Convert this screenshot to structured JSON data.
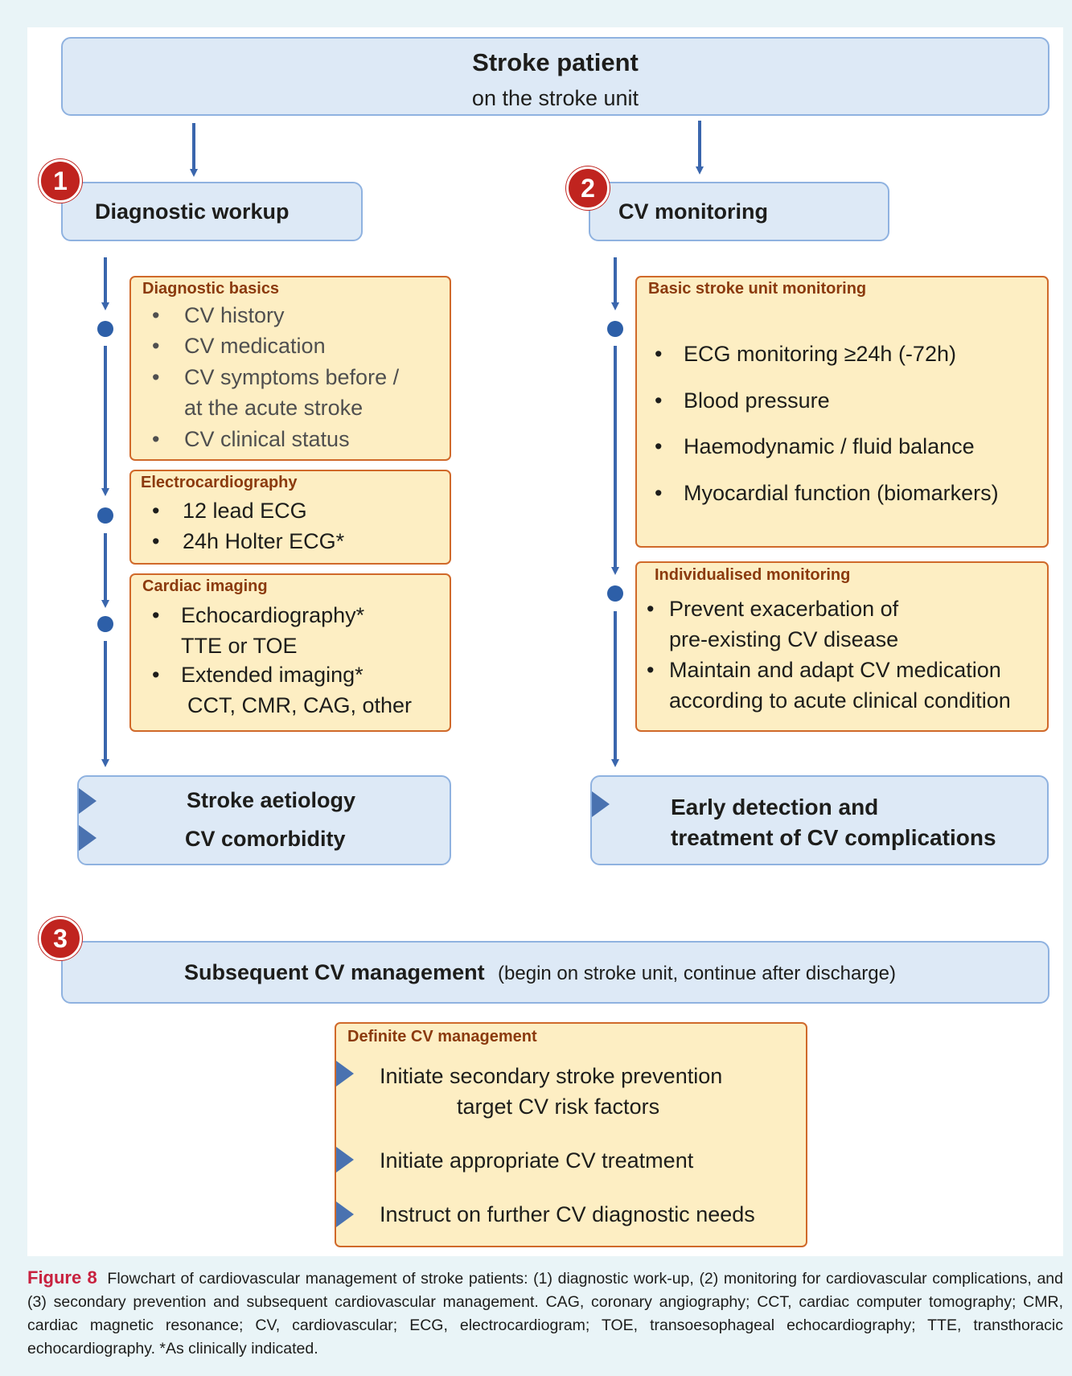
{
  "top_box": {
    "title": "Stroke patient",
    "subtitle": "on the stroke unit"
  },
  "section1": {
    "badge": "1",
    "title": "Diagnostic workup",
    "groups": [
      {
        "title": "Diagnostic basics",
        "items": [
          "CV history",
          "CV medication",
          "CV symptoms before /",
          "at the acute stroke",
          "CV clinical status"
        ]
      },
      {
        "title": "Electrocardiography",
        "items": [
          "12 lead ECG",
          "24h Holter ECG*"
        ]
      },
      {
        "title": "Cardiac imaging",
        "items": [
          "Echocardiography*",
          "TTE or TOE",
          "Extended imaging*",
          "CCT, CMR, CAG, other"
        ]
      }
    ],
    "outcome": [
      "Stroke aetiology",
      "CV comorbidity"
    ]
  },
  "section2": {
    "badge": "2",
    "title": "CV monitoring",
    "groups": [
      {
        "title": "Basic stroke unit monitoring",
        "items": [
          "ECG monitoring  ≥24h (-72h)",
          "Blood pressure",
          "Haemodynamic / fluid balance",
          "Myocardial function (biomarkers)"
        ]
      },
      {
        "title": "Individualised monitoring",
        "items": [
          "Prevent exacerbation of",
          "pre-existing CV disease",
          "Maintain and adapt CV medication",
          "according to acute clinical condition"
        ]
      }
    ],
    "outcome": [
      "Early detection and",
      "treatment of CV complications"
    ]
  },
  "section3": {
    "badge": "3",
    "title": "Subsequent CV management",
    "subtitle": "(begin on stroke unit, continue after discharge)",
    "group": {
      "title": "Definite CV management",
      "items": [
        "Initiate secondary stroke prevention",
        "target CV risk factors",
        "Initiate appropriate CV treatment",
        "Instruct on further CV diagnostic needs"
      ]
    }
  },
  "caption": {
    "label": "Figure 8",
    "text": "Flowchart of cardiovascular management of stroke patients: (1) diagnostic work-up, (2) monitoring for cardiovascular complications, and (3) secondary prevention and subsequent cardiovascular management. CAG, coronary angiography; CCT, cardiac computer tomography; CMR, cardiac magnetic resonance; CV, cardiovascular; ECG, electrocardiogram; TOE, transoesophageal echocardiography; TTE, transthoracic echocardiography. *As clinically indicated."
  },
  "colors": {
    "box_blue": "#dde9f6",
    "box_orange": "#fdeec3",
    "border_orange": "#d0692a",
    "arrow": "#3a66ad",
    "badge": "#c0241f",
    "caption_label": "#c8213f"
  }
}
